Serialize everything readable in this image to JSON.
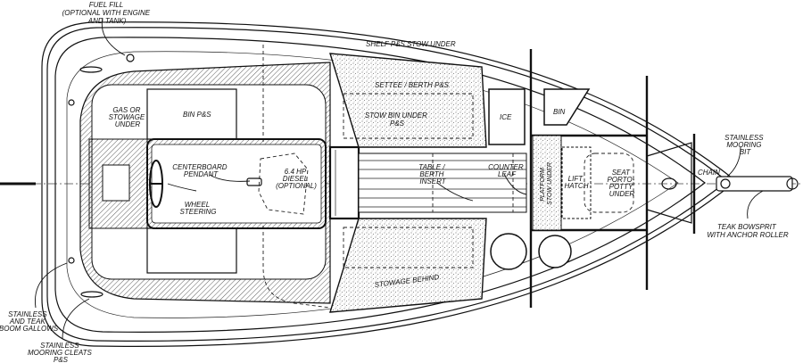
{
  "labels": {
    "fuel_fill": [
      "FUEL FILL",
      "(OPTIONAL WITH ENGINE",
      "AND TANK)"
    ],
    "shelf": "SHELF P&S  STOW UNDER",
    "settee": "SETTEE / BERTH  P&S",
    "stow_bin": [
      "STOW BIN UNDER",
      "P&S"
    ],
    "ice": "ICE",
    "bin": "BIN",
    "gas": [
      "GAS OR",
      "STOWAGE",
      "UNDER"
    ],
    "bin_ps": "BIN  P&S",
    "centerboard": [
      "CENTERBOARD",
      "PENDANT"
    ],
    "wheel": [
      "WHEEL",
      "STEERING"
    ],
    "diesel": [
      "6.4 HP",
      "DIESEL",
      "(OPTIONAL)"
    ],
    "table": [
      "TABLE /",
      "BERTH",
      "INSERT"
    ],
    "counter": [
      "COUNTER",
      "LEAF"
    ],
    "platform": [
      "PLATFORM",
      "STOW UNDER"
    ],
    "lift_hatch": [
      "LIFT",
      "HATCH"
    ],
    "seat": [
      "SEAT",
      "PORTO-",
      "POTTY",
      "UNDER"
    ],
    "chain": "CHAIN",
    "mooring_bit": [
      "STAINLESS",
      "MOORING",
      "BIT"
    ],
    "bowsprit": [
      "TEAK BOWSPRIT",
      "WITH ANCHOR ROLLER"
    ],
    "stowage_behind": "STOWAGE BEHIND",
    "boom_gallows": [
      "STAINLESS",
      "AND TEAK",
      "BOOM GALLOWS"
    ],
    "mooring_cleats": [
      "STAINLESS",
      "MOORING CLEATS",
      "P&S"
    ]
  }
}
